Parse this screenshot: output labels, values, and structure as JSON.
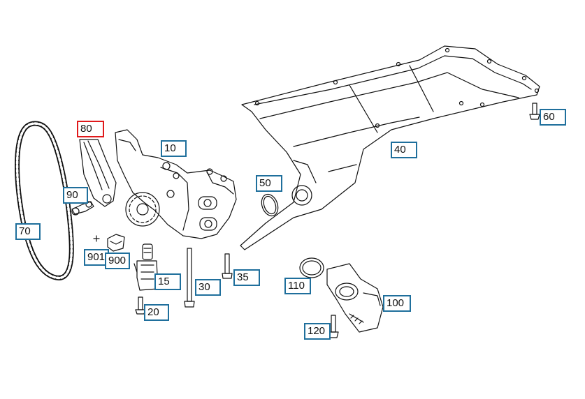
{
  "diagram": {
    "highlight_color": "#e0191b",
    "callout_color": "#1f6f9c",
    "line_color": "#111111",
    "active_part": "80",
    "parts": [
      {
        "id": "80",
        "label": "80"
      },
      {
        "id": "10",
        "label": "10"
      },
      {
        "id": "90",
        "label": "90"
      },
      {
        "id": "70",
        "label": "70"
      },
      {
        "id": "901",
        "label": "901"
      },
      {
        "id": "900",
        "label": "900"
      },
      {
        "id": "15",
        "label": "15"
      },
      {
        "id": "20",
        "label": "20"
      },
      {
        "id": "30",
        "label": "30"
      },
      {
        "id": "35",
        "label": "35"
      },
      {
        "id": "50",
        "label": "50"
      },
      {
        "id": "40",
        "label": "40"
      },
      {
        "id": "60",
        "label": "60"
      },
      {
        "id": "110",
        "label": "110"
      },
      {
        "id": "100",
        "label": "100"
      },
      {
        "id": "120",
        "label": "120"
      }
    ]
  }
}
